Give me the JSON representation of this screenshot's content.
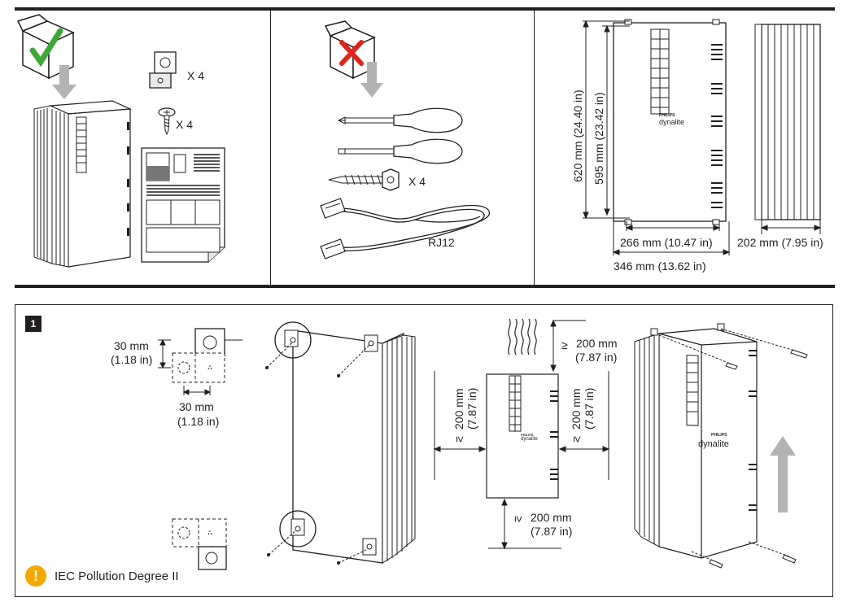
{
  "top_panel": {
    "qty_bracket": "X 4",
    "qty_screw": "X 4",
    "qty_wall_screw": "X 4",
    "cable_label": "RJ12",
    "dim_height_total": "620 mm (24.40 in)",
    "dim_height_mount": "595 mm (23.42 in)",
    "dim_width_mount": "266 mm (10.47 in)",
    "dim_width_total": "346 mm (13.62 in)",
    "dim_depth": "202 mm (7.95 in)",
    "brand_small": "PHILIPS",
    "brand_name": "dynalite"
  },
  "step": {
    "number": "1",
    "bracket_offset_v_mm": "30 mm",
    "bracket_offset_v_in": "(1.18 in)",
    "bracket_offset_h_mm": "30 mm",
    "bracket_offset_h_in": "(1.18 in)",
    "clear_top_sym": "≥",
    "clear_top_mm": "200 mm",
    "clear_top_in": "(7.87 in)",
    "clear_left_sym": "≥",
    "clear_left_mm": "200 mm",
    "clear_left_in": "(7.87 in)",
    "clear_right_sym": "≥",
    "clear_right_mm": "200 mm",
    "clear_right_in": "(7.87 in)",
    "clear_bottom_sym": "≥",
    "clear_bottom_mm": "200 mm",
    "clear_bottom_in": "(7.87 in)",
    "brand_small": "PHILIPS",
    "brand_name": "dynalite",
    "warning_symbol": "!",
    "note": "IEC Pollution Degree II"
  },
  "colors": {
    "accept": "#3aaa35",
    "reject": "#e2231a",
    "warning": "#f6a800",
    "arrow": "#b3b3b3",
    "ink": "#231f20"
  }
}
